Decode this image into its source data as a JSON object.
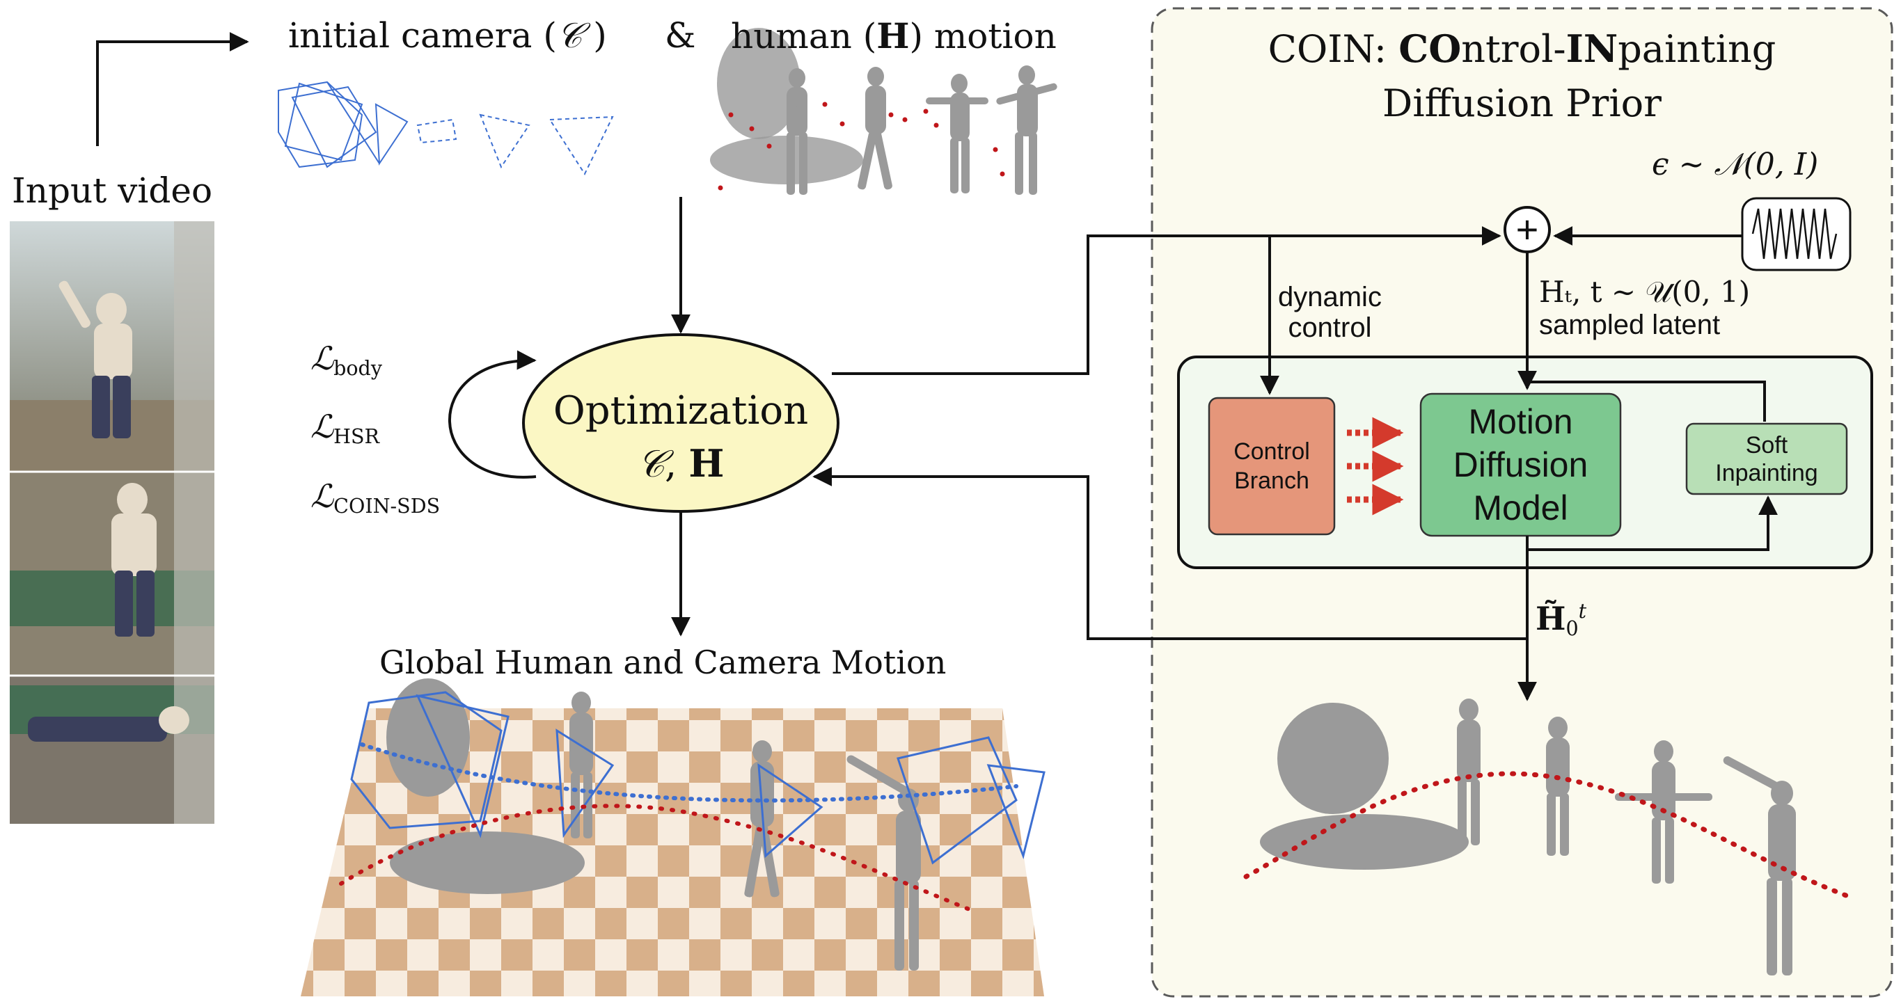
{
  "input": {
    "label": "Input video"
  },
  "initial": {
    "camera_prefix": "initial camera (",
    "camera_symbol": "𝒞",
    "camera_suffix": " )",
    "amp": "&",
    "human_prefix": "human (",
    "human_symbol": "H",
    "human_suffix": ") motion"
  },
  "losses": [
    {
      "main": "ℒ",
      "sub": "body"
    },
    {
      "main": "ℒ",
      "sub": "HSR"
    },
    {
      "main": "ℒ",
      "sub": "COIN-SDS"
    }
  ],
  "optimization": {
    "title": "Optimization",
    "vars_c": "𝒞",
    "vars_sep": ", ",
    "vars_h": "H"
  },
  "output": {
    "label": "Global Human and Camera Motion"
  },
  "coin": {
    "title_prefix": "COIN: ",
    "title_bold_1": "CO",
    "title_mid": "ntrol-",
    "title_bold_2": "IN",
    "title_suffix": "painting",
    "subtitle": "Diffusion Prior",
    "noise_label": "ϵ ∼ 𝒩(0, I)",
    "dynamic_control": "dynamic\ncontrol",
    "latent_label": "Hₜ, t ∼ 𝒰(0, 1)",
    "latent_sub": "sampled latent",
    "plus": "+",
    "control_branch": "Control\nBranch",
    "mdm": "Motion\nDiffusion\nModel",
    "soft_inpainting": "Soft\nInpainting",
    "h0_main": "H̃",
    "h0_sub": "0",
    "h0_sup": "t"
  },
  "colors": {
    "coin_panel_bg": "#fbfaee",
    "coin_panel_border": "#5a5a5a",
    "inner_box_bg": "#f2f9ef",
    "control_branch": "#e5967a",
    "mdm": "#7dc890",
    "soft_inpainting": "#b8dfb6",
    "optimization_fill": "#fbf7c4",
    "camera_blue": "#3d6fd1",
    "trajectory_red": "#c0161a",
    "floor_tan": "#d8b08a",
    "floor_light": "#f7ecdf",
    "mesh_gray": "#9a9a9a"
  },
  "icons": [
    "video-frames-image",
    "camera-frustum-icon",
    "human-mesh-figure",
    "noise-wave-icon",
    "plus-icon",
    "arrow-icon",
    "checker-floor-image"
  ]
}
